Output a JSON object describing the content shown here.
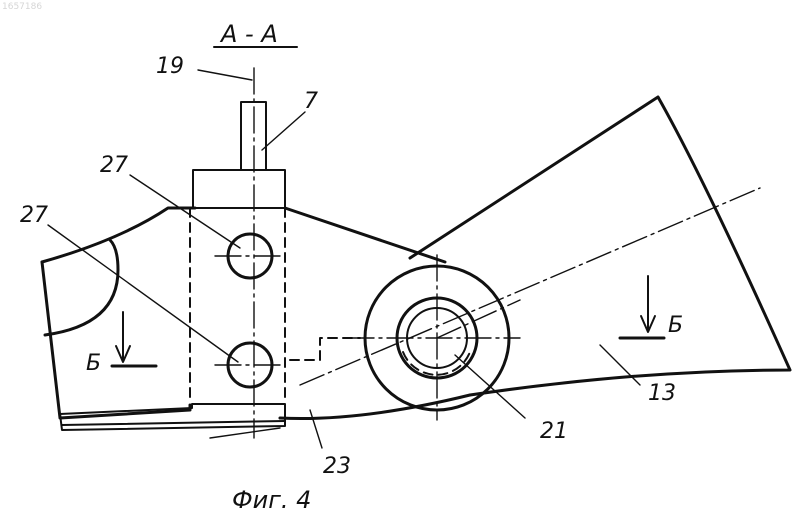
{
  "document_id": "1657186",
  "section_label": "А - А",
  "figure_caption": "Фиг. 4",
  "callouts": [
    {
      "id": "19",
      "text": "19"
    },
    {
      "id": "7",
      "text": "7"
    },
    {
      "id": "27-upper",
      "text": "27"
    },
    {
      "id": "27-lower",
      "text": "27"
    },
    {
      "id": "21",
      "text": "21"
    },
    {
      "id": "13",
      "text": "13"
    },
    {
      "id": "23",
      "text": "23"
    }
  ],
  "section_marks": [
    {
      "id": "left",
      "text": "Б"
    },
    {
      "id": "right",
      "text": "Б"
    }
  ],
  "colors": {
    "ink": "#111111",
    "paper": "#ffffff"
  }
}
